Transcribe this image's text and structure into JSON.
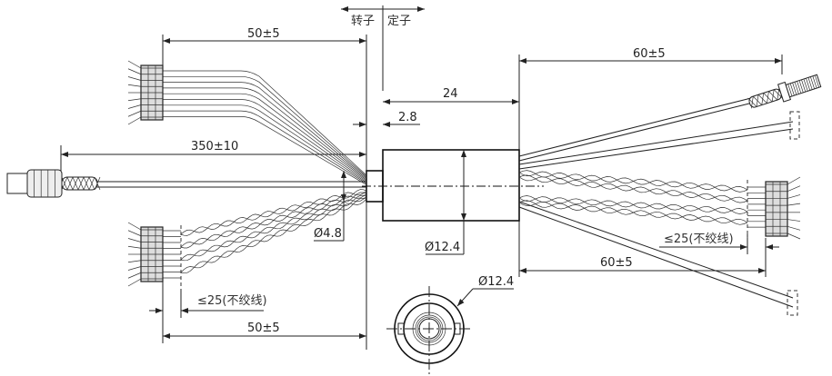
{
  "labels": {
    "rotor": "转子",
    "stator": "定子",
    "dim_left_top": "50±5",
    "dim_coax_left": "350±10",
    "dim_body_length": "24",
    "dim_shaft_length": "2.8",
    "dim_shaft_diameter": "Ø4.8",
    "dim_body_diameter": "Ø12.4",
    "dim_left_untwisted": "≤25(不绞线)",
    "dim_left_bottom": "50±5",
    "dim_right_top": "60±5",
    "dim_right_untwisted": "≤25(不绞线)",
    "dim_right_bottom": "60±5",
    "dim_end_view_diameter": "Ø12.4"
  },
  "colors": {
    "line": "#222222",
    "background": "#ffffff"
  }
}
